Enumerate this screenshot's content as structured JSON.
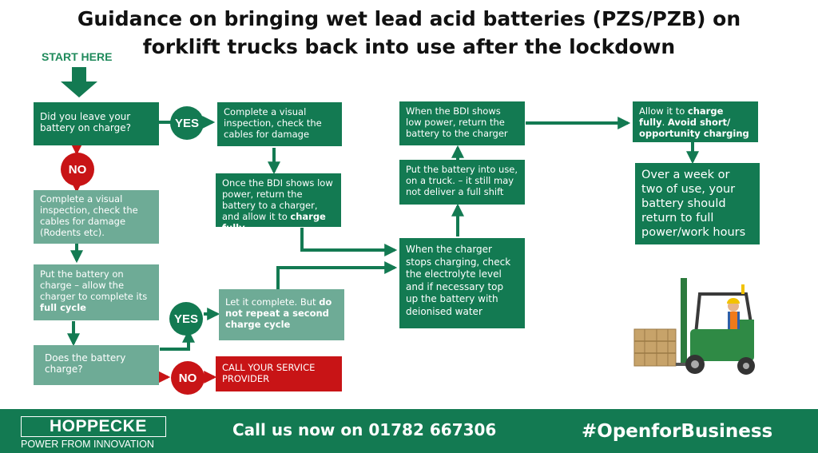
{
  "title": {
    "line1": "Guidance on bringing wet lead acid batteries (PZS/PZB) on",
    "line2": "forklift trucks back into use after the lockdown"
  },
  "start_label": "START HERE",
  "nodes": {
    "q_on_charge": "Did you leave your battery on charge?",
    "visual_yes": "Complete a visual inspection, check the cables for damage",
    "visual_no": "Complete a visual inspection, check the cables for damage (Rodents etc).",
    "full_cycle": {
      "pre": "Put the battery on charge – allow the charger to complete its ",
      "bold": "full cycle"
    },
    "q_does_charge": "Does the battery charge?",
    "call_service": "CALL YOUR SERVICE PROVIDER",
    "let_complete": {
      "pre": "Let it complete. But ",
      "bold": "do not repeat a second charge cycle"
    },
    "bdi_charge_fully": {
      "pre": "Once the BDI shows low power, return the battery to a charger, and allow it to ",
      "bold": "charge fully"
    },
    "charger_stops": "When the charger stops charging, check the electrolyte level and if necessary top up the battery with deionised water",
    "put_into_use": "Put the battery into use, on a truck. – it still may not deliver a full shift",
    "bdi_return": "When the BDI shows low power, return the battery to the charger",
    "allow_charge": {
      "pre": "Allow it to ",
      "bold1": "charge fully",
      "mid": ". ",
      "bold2": "Avoid short/ opportunity charging"
    },
    "over_week": "Over a week or two of use, your battery should return to full power/work hours"
  },
  "labels": {
    "yes": "YES",
    "no": "NO"
  },
  "footer": {
    "logo": "HOPPECKE",
    "tagline": "POWER FROM INNOVATION",
    "call": "Call us now on 01782 667306",
    "hashtag": "#OpenforBusiness"
  },
  "colors": {
    "dark_green": "#137a52",
    "light_green": "#6eab96",
    "red": "#c81416"
  }
}
